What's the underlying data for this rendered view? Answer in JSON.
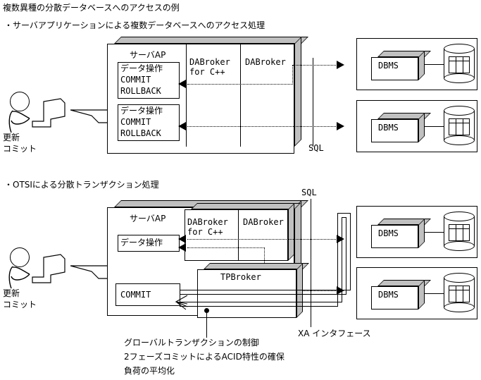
{
  "page": {
    "title": "複数異種の分散データベースへのアクセスの例"
  },
  "sections": [
    {
      "heading": "・サーバアプリケーションによる複数データベースへのアクセス処理",
      "server_box": {
        "ap_label": "サーバAP",
        "blocks": [
          {
            "lines": [
              "データ操作",
              "COMMIT",
              "ROLLBACK"
            ]
          },
          {
            "lines": [
              "データ操作",
              "COMMIT",
              "ROLLBACK"
            ]
          }
        ],
        "middleware": [
          "DABroker\nfor C++",
          "DABroker"
        ]
      },
      "protocol_label": "SQL",
      "user": {
        "line1": "更新",
        "line2": "コミット"
      },
      "databases": [
        {
          "name": "DBMS"
        },
        {
          "name": "DBMS"
        }
      ]
    },
    {
      "heading": "・OTSIによる分散トランザクション処理",
      "server_box": {
        "ap_label": "サーバAP",
        "data_op_label": "データ操作",
        "commit_label": "COMMIT",
        "middleware": [
          "DABroker\nfor C++",
          "DABroker"
        ],
        "tp_label": "TPBroker"
      },
      "protocol_label": "SQL",
      "xa_label": "XA インタフェース",
      "user": {
        "line1": "更新",
        "line2": "コミット"
      },
      "databases": [
        {
          "name": "DBMS"
        },
        {
          "name": "DBMS"
        }
      ],
      "annotations": [
        "グローバルトランザクションの制御",
        "2フェーズコミットによるACID特性の確保",
        "負荷の平均化"
      ]
    }
  ],
  "colors": {
    "bevel": "#c0c0c0",
    "line": "#000000",
    "background": "#ffffff"
  }
}
